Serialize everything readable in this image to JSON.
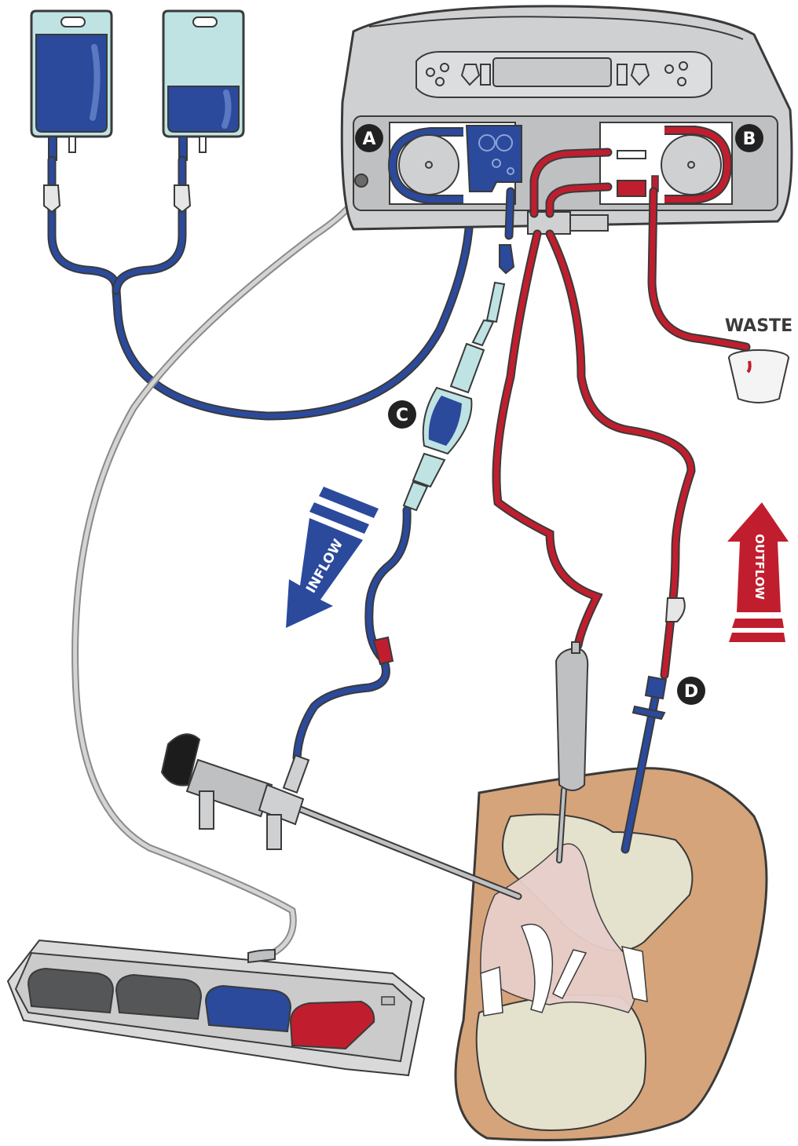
{
  "labels": {
    "pump_a": "A",
    "pump_b": "B",
    "filter_c": "C",
    "cannula_d": "D",
    "waste": "WASTE",
    "inflow": "INFLOW",
    "outflow": "OUTFLOW"
  },
  "colors": {
    "inflow_blue": "#2b4a9c",
    "outflow_red": "#c01e2e",
    "device_gray": "#cfd0d2",
    "outline": "#3a3a3a",
    "skin": "#d6a47a",
    "bone": "#e4e2cc",
    "tissue": "#e8cfcb",
    "fluid_light": "#bfe3e3",
    "pedal_dark": "#555658"
  },
  "icons": {
    "saline_bag_full": "saline-bag-icon",
    "saline_bag_half": "saline-bag-icon",
    "arthroscope": "arthroscope-icon",
    "shaver": "shaver-handpiece-icon",
    "foot_pedal": "foot-pedal-icon",
    "waste_cup": "waste-cup-icon"
  }
}
